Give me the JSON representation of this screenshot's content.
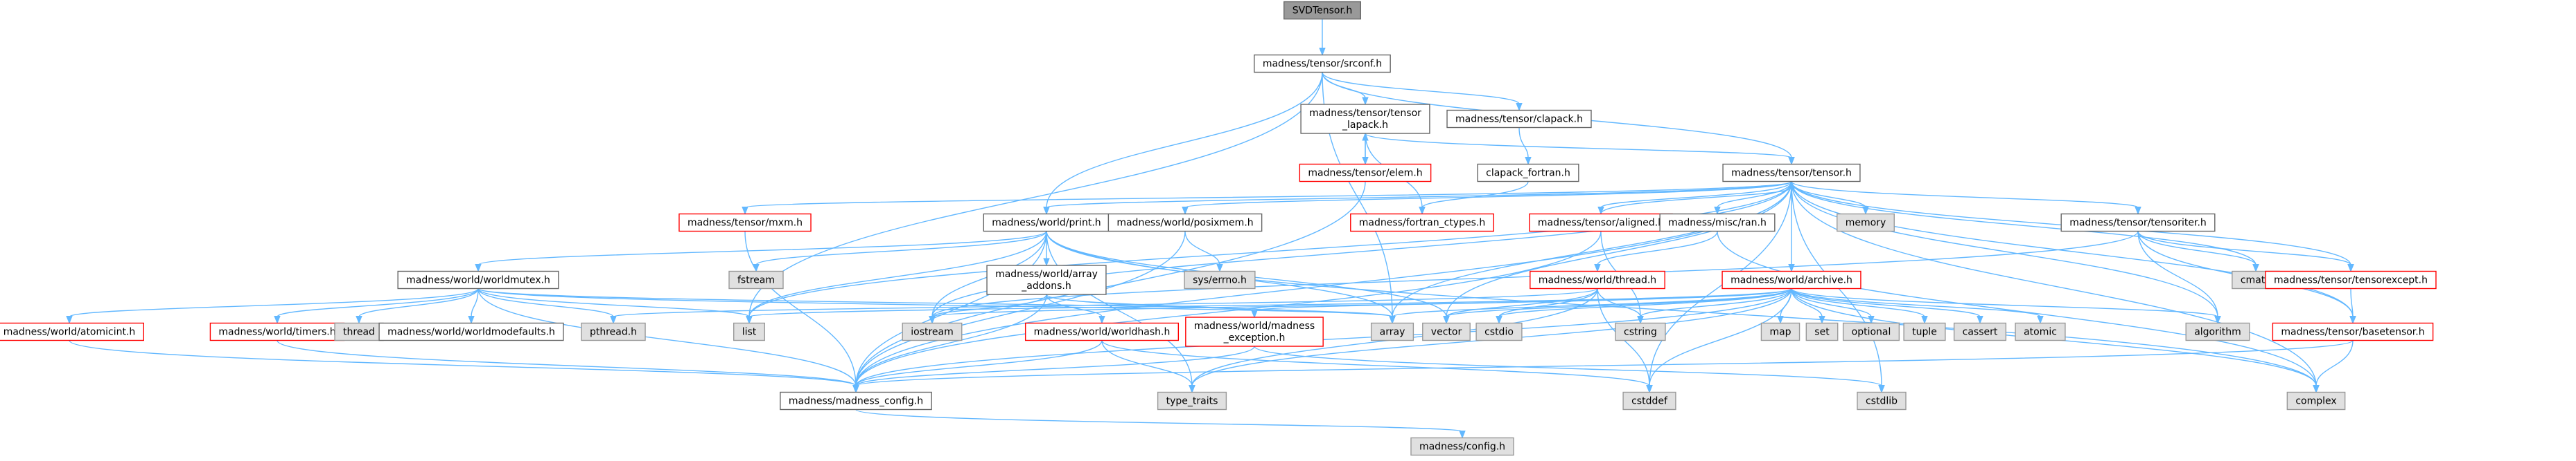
{
  "diagram": {
    "nodes": [
      {
        "id": "svd",
        "lines": [
          "SVDTensor.h"
        ],
        "kind": "root"
      },
      {
        "id": "srconf",
        "lines": [
          "madness/tensor/srconf.h"
        ],
        "kind": "doc"
      },
      {
        "id": "tlapack",
        "lines": [
          "madness/tensor/tensor",
          "_lapack.h"
        ],
        "kind": "doc"
      },
      {
        "id": "clapack",
        "lines": [
          "madness/tensor/clapack.h"
        ],
        "kind": "doc"
      },
      {
        "id": "elem",
        "lines": [
          "madness/tensor/elem.h"
        ],
        "kind": "red"
      },
      {
        "id": "cfortran",
        "lines": [
          "clapack_fortran.h"
        ],
        "kind": "doc"
      },
      {
        "id": "tensor",
        "lines": [
          "madness/tensor/tensor.h"
        ],
        "kind": "doc"
      },
      {
        "id": "mxm",
        "lines": [
          "madness/tensor/mxm.h"
        ],
        "kind": "red"
      },
      {
        "id": "print",
        "lines": [
          "madness/world/print.h"
        ],
        "kind": "doc"
      },
      {
        "id": "posixmem",
        "lines": [
          "madness/world/posixmem.h"
        ],
        "kind": "doc"
      },
      {
        "id": "fctypes",
        "lines": [
          "madness/fortran_ctypes.h"
        ],
        "kind": "red"
      },
      {
        "id": "aligned",
        "lines": [
          "madness/tensor/aligned.h"
        ],
        "kind": "red"
      },
      {
        "id": "ran",
        "lines": [
          "madness/misc/ran.h"
        ],
        "kind": "doc"
      },
      {
        "id": "memory",
        "lines": [
          "memory"
        ],
        "kind": "sys"
      },
      {
        "id": "titer",
        "lines": [
          "madness/tensor/tensoriter.h"
        ],
        "kind": "doc"
      },
      {
        "id": "fstream",
        "lines": [
          "fstream"
        ],
        "kind": "sys"
      },
      {
        "id": "arrayadd",
        "lines": [
          "madness/world/array",
          "_addons.h"
        ],
        "kind": "doc"
      },
      {
        "id": "errno",
        "lines": [
          "sys/errno.h"
        ],
        "kind": "sys"
      },
      {
        "id": "thread_h",
        "lines": [
          "madness/world/thread.h"
        ],
        "kind": "red"
      },
      {
        "id": "archive",
        "lines": [
          "madness/world/archive.h"
        ],
        "kind": "red"
      },
      {
        "id": "cmath",
        "lines": [
          "cmath"
        ],
        "kind": "sys"
      },
      {
        "id": "texcept",
        "lines": [
          "madness/tensor/tensorexcept.h"
        ],
        "kind": "red"
      },
      {
        "id": "wmutex",
        "lines": [
          "madness/world/worldmutex.h"
        ],
        "kind": "doc"
      },
      {
        "id": "atomicint",
        "lines": [
          "madness/world/atomicint.h"
        ],
        "kind": "red"
      },
      {
        "id": "timers",
        "lines": [
          "madness/world/timers.h"
        ],
        "kind": "red"
      },
      {
        "id": "thread",
        "lines": [
          "thread"
        ],
        "kind": "sys"
      },
      {
        "id": "modefaults",
        "lines": [
          "madness/world/madness",
          "_exception.h"
        ],
        "kind": "red"
      },
      {
        "id": "worldmode",
        "lines": [
          "madness/world/worldmodefaults.h"
        ],
        "kind": "doc"
      },
      {
        "id": "pthread",
        "lines": [
          "pthread.h"
        ],
        "kind": "sys"
      },
      {
        "id": "list",
        "lines": [
          "list"
        ],
        "kind": "sys"
      },
      {
        "id": "iostream",
        "lines": [
          "iostream"
        ],
        "kind": "sys"
      },
      {
        "id": "whash",
        "lines": [
          "madness/world/worldhash.h"
        ],
        "kind": "red"
      },
      {
        "id": "array",
        "lines": [
          "array"
        ],
        "kind": "sys"
      },
      {
        "id": "vector",
        "lines": [
          "vector"
        ],
        "kind": "sys"
      },
      {
        "id": "cstdio",
        "lines": [
          "cstdio"
        ],
        "kind": "sys"
      },
      {
        "id": "cstring",
        "lines": [
          "cstring"
        ],
        "kind": "sys"
      },
      {
        "id": "map",
        "lines": [
          "map"
        ],
        "kind": "sys"
      },
      {
        "id": "set",
        "lines": [
          "set"
        ],
        "kind": "sys"
      },
      {
        "id": "optional",
        "lines": [
          "optional"
        ],
        "kind": "sys"
      },
      {
        "id": "tuple",
        "lines": [
          "tuple"
        ],
        "kind": "sys"
      },
      {
        "id": "cassert",
        "lines": [
          "cassert"
        ],
        "kind": "sys"
      },
      {
        "id": "atomic",
        "lines": [
          "atomic"
        ],
        "kind": "sys"
      },
      {
        "id": "algorithm",
        "lines": [
          "algorithm"
        ],
        "kind": "sys"
      },
      {
        "id": "basetensor",
        "lines": [
          "madness/tensor/basetensor.h"
        ],
        "kind": "red"
      },
      {
        "id": "mconfig",
        "lines": [
          "madness/madness_config.h"
        ],
        "kind": "doc"
      },
      {
        "id": "typetraits",
        "lines": [
          "type_traits"
        ],
        "kind": "sys"
      },
      {
        "id": "cstddef",
        "lines": [
          "cstddef"
        ],
        "kind": "sys"
      },
      {
        "id": "cstdlib",
        "lines": [
          "cstdlib"
        ],
        "kind": "sys"
      },
      {
        "id": "complex",
        "lines": [
          "complex"
        ],
        "kind": "sys"
      },
      {
        "id": "config",
        "lines": [
          "madness/config.h"
        ],
        "kind": "sys"
      }
    ],
    "edges": [
      [
        "svd",
        "srconf"
      ],
      [
        "srconf",
        "tlapack"
      ],
      [
        "srconf",
        "clapack"
      ],
      [
        "srconf",
        "tensor"
      ],
      [
        "srconf",
        "print"
      ],
      [
        "srconf",
        "list"
      ],
      [
        "srconf",
        "array"
      ],
      [
        "tlapack",
        "tensor"
      ],
      [
        "tlapack",
        "elem"
      ],
      [
        "tlapack",
        "fctypes"
      ],
      [
        "elem",
        "tlapack"
      ],
      [
        "elem",
        "mconfig"
      ],
      [
        "clapack",
        "cfortran"
      ],
      [
        "cfortran",
        "fctypes"
      ],
      [
        "tensor",
        "mxm"
      ],
      [
        "tensor",
        "print"
      ],
      [
        "tensor",
        "posixmem"
      ],
      [
        "tensor",
        "aligned"
      ],
      [
        "tensor",
        "ran"
      ],
      [
        "tensor",
        "memory"
      ],
      [
        "tensor",
        "titer"
      ],
      [
        "tensor",
        "archive"
      ],
      [
        "tensor",
        "cmath"
      ],
      [
        "tensor",
        "texcept"
      ],
      [
        "tensor",
        "basetensor"
      ],
      [
        "tensor",
        "array"
      ],
      [
        "tensor",
        "vector"
      ],
      [
        "tensor",
        "list"
      ],
      [
        "tensor",
        "iostream"
      ],
      [
        "tensor",
        "mconfig"
      ],
      [
        "tensor",
        "complex"
      ],
      [
        "tensor",
        "cstddef"
      ],
      [
        "tensor",
        "cstdlib"
      ],
      [
        "tensor",
        "algorithm"
      ],
      [
        "mxm",
        "mconfig"
      ],
      [
        "posixmem",
        "errno"
      ],
      [
        "posixmem",
        "mconfig"
      ],
      [
        "aligned",
        "tensor"
      ],
      [
        "aligned",
        "cstring"
      ],
      [
        "aligned",
        "mconfig"
      ],
      [
        "ran",
        "thread_h"
      ],
      [
        "ran",
        "complex"
      ],
      [
        "print",
        "wmutex"
      ],
      [
        "print",
        "arrayadd"
      ],
      [
        "print",
        "fstream"
      ],
      [
        "print",
        "iostream"
      ],
      [
        "print",
        "list"
      ],
      [
        "print",
        "complex"
      ],
      [
        "print",
        "vector"
      ],
      [
        "print",
        "typetraits"
      ],
      [
        "print",
        "mconfig"
      ],
      [
        "print",
        "array"
      ],
      [
        "arrayadd",
        "modefaults"
      ],
      [
        "arrayadd",
        "whash"
      ],
      [
        "arrayadd",
        "iostream"
      ],
      [
        "arrayadd",
        "array"
      ],
      [
        "arrayadd",
        "mconfig"
      ],
      [
        "wmutex",
        "atomicint"
      ],
      [
        "wmutex",
        "timers"
      ],
      [
        "wmutex",
        "thread"
      ],
      [
        "wmutex",
        "worldmode"
      ],
      [
        "wmutex",
        "pthread"
      ],
      [
        "wmutex",
        "list"
      ],
      [
        "wmutex",
        "modefaults"
      ],
      [
        "wmutex",
        "mconfig"
      ],
      [
        "wmutex",
        "array"
      ],
      [
        "atomicint",
        "mconfig"
      ],
      [
        "timers",
        "mconfig"
      ],
      [
        "modefaults",
        "mconfig"
      ],
      [
        "modefaults",
        "cstdlib"
      ],
      [
        "whash",
        "cstddef"
      ],
      [
        "whash",
        "typetraits"
      ],
      [
        "whash",
        "mconfig"
      ],
      [
        "thread_h",
        "vector"
      ],
      [
        "thread_h",
        "cstddef"
      ],
      [
        "thread_h",
        "cstring"
      ],
      [
        "thread_h",
        "cstdio"
      ],
      [
        "thread_h",
        "pthread"
      ],
      [
        "thread_h",
        "typetraits"
      ],
      [
        "archive",
        "modefaults"
      ],
      [
        "archive",
        "array"
      ],
      [
        "archive",
        "vector"
      ],
      [
        "archive",
        "cstdio"
      ],
      [
        "archive",
        "cstring"
      ],
      [
        "archive",
        "map"
      ],
      [
        "archive",
        "set"
      ],
      [
        "archive",
        "optional"
      ],
      [
        "archive",
        "tuple"
      ],
      [
        "archive",
        "cassert"
      ],
      [
        "archive",
        "atomic"
      ],
      [
        "archive",
        "algorithm"
      ],
      [
        "archive",
        "complex"
      ],
      [
        "archive",
        "cstddef"
      ],
      [
        "archive",
        "typetraits"
      ],
      [
        "archive",
        "iostream"
      ],
      [
        "archive",
        "list"
      ],
      [
        "archive",
        "mconfig"
      ],
      [
        "titer",
        "cmath"
      ],
      [
        "titer",
        "algorithm"
      ],
      [
        "titer",
        "texcept"
      ],
      [
        "titer",
        "basetensor"
      ],
      [
        "titer",
        "iostream"
      ],
      [
        "texcept",
        "basetensor"
      ],
      [
        "basetensor",
        "complex"
      ],
      [
        "basetensor",
        "mconfig"
      ],
      [
        "mconfig",
        "config"
      ]
    ]
  }
}
